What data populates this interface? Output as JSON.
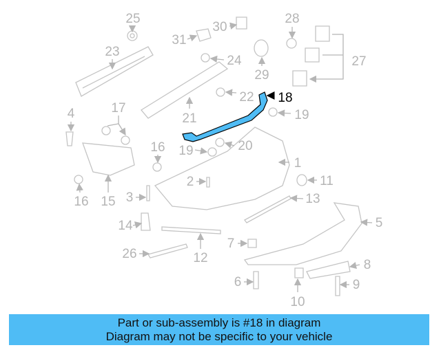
{
  "diagram": {
    "highlight_part": "18",
    "highlight_color": "#4fbcf5",
    "callouts": [
      "25",
      "23",
      "31",
      "30",
      "24",
      "28",
      "29",
      "27",
      "22",
      "18",
      "19",
      "21",
      "17",
      "4",
      "16",
      "19",
      "20",
      "1",
      "2",
      "11",
      "3",
      "16",
      "15",
      "13",
      "5",
      "14",
      "7",
      "26",
      "12",
      "8",
      "6",
      "9",
      "10"
    ]
  },
  "banner": {
    "line1": "Part or sub-assembly is #18 in diagram",
    "line2": "Diagram may not be specific to your vehicle",
    "color": "#4fbcf5"
  }
}
